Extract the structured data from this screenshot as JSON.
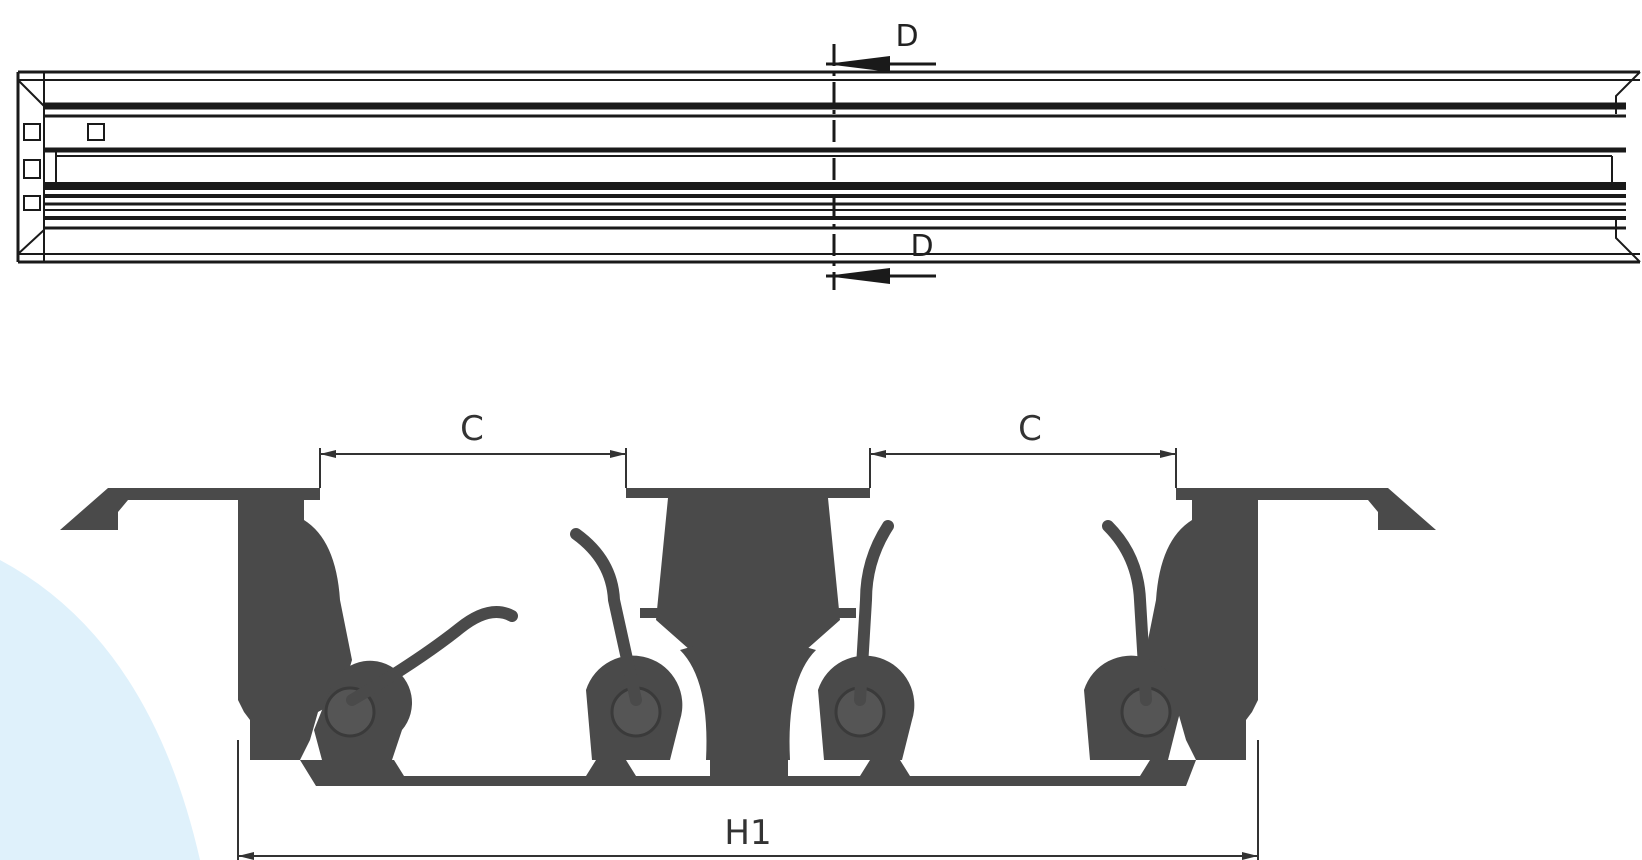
{
  "colors": {
    "profile_fill": "#4a4a4a",
    "line": "#1a1a1a",
    "background_shape": "#dff1fb",
    "dimension_line": "#333333"
  },
  "top_view": {
    "section_label_top": "D",
    "section_label_bottom": "D"
  },
  "cross_section": {
    "dimension_left": "C",
    "dimension_right": "C",
    "dimension_overall": "H1"
  }
}
